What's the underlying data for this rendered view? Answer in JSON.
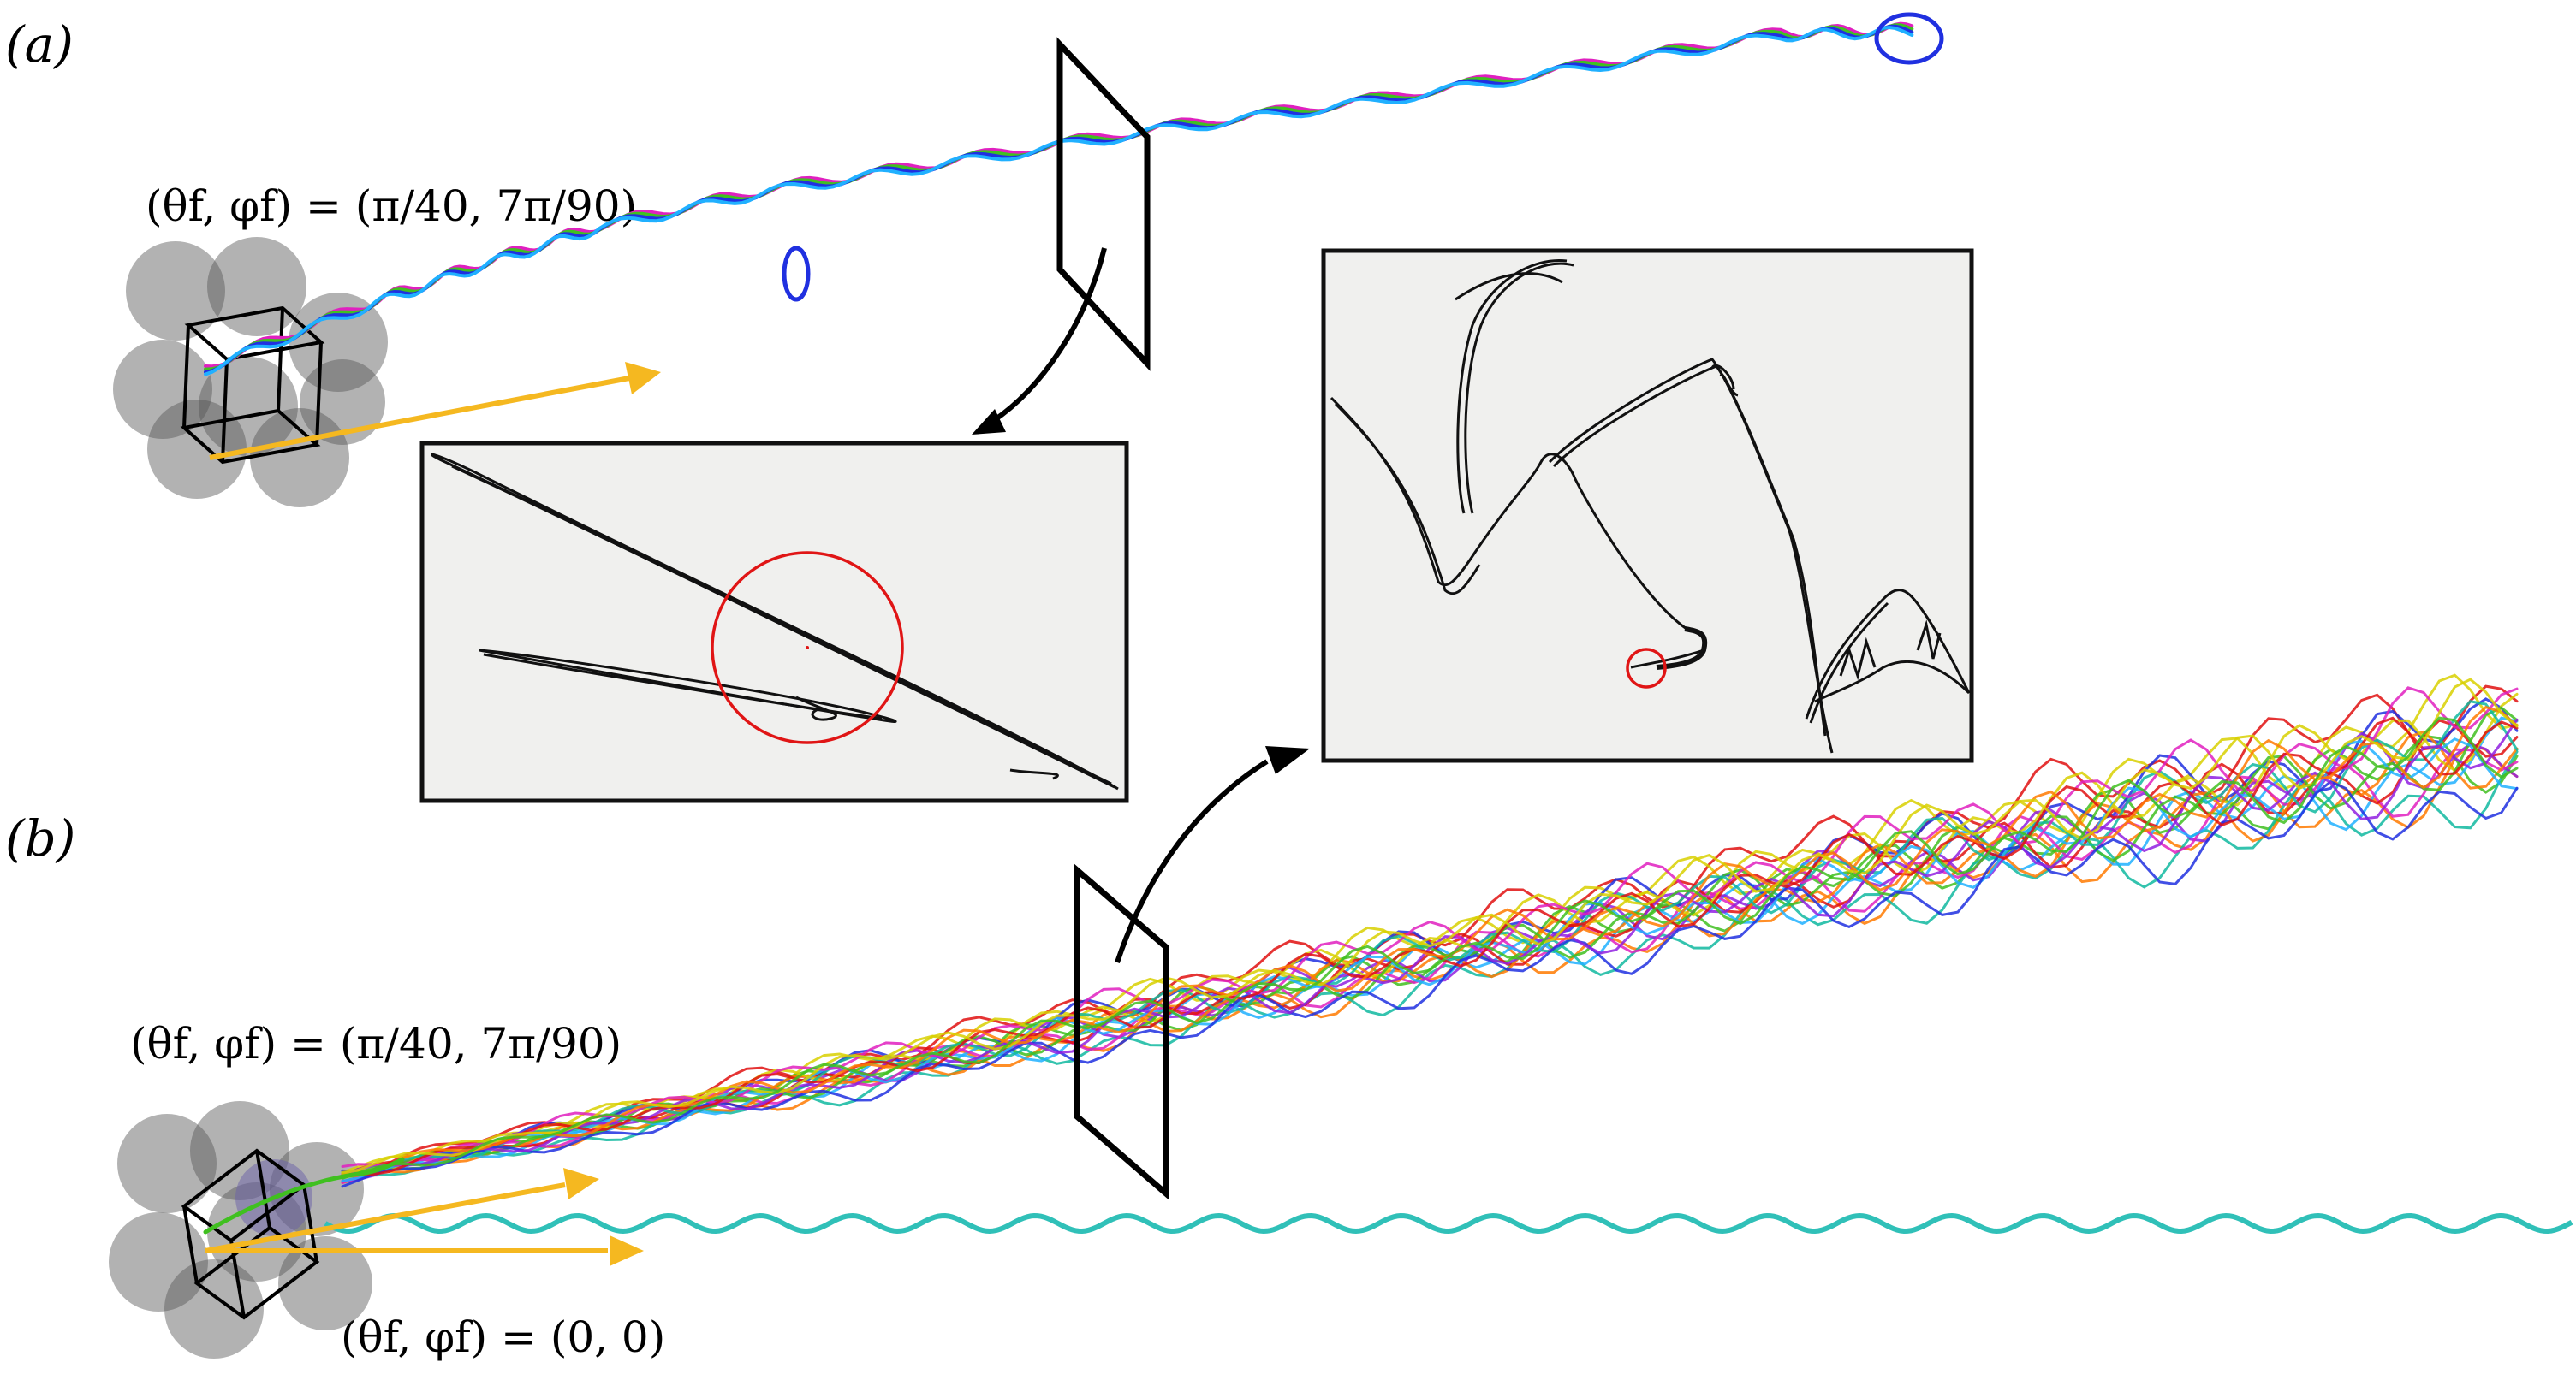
{
  "panels": {
    "a": {
      "label": "(a)",
      "equation": "(θf, φf) = (π/40, 7π/90)",
      "arrow_color": "#f5b820"
    },
    "b": {
      "label": "(b)",
      "equation_upper": "(θf, φf) = (π/40, 7π/90)",
      "equation_lower": "(θf, φf) = (0, 0)",
      "arrow_color": "#f5b820"
    }
  },
  "colors": {
    "trajectory_palette": [
      "#e01010",
      "#ff7a00",
      "#d8d000",
      "#40c020",
      "#10b8a0",
      "#20b0ff",
      "#2030e0",
      "#9020e0",
      "#e020c0"
    ],
    "steady_wave": "#30c0b8",
    "poincare_curve": "#111111",
    "poincare_marker": "#e01515",
    "sphere": "#555555"
  }
}
